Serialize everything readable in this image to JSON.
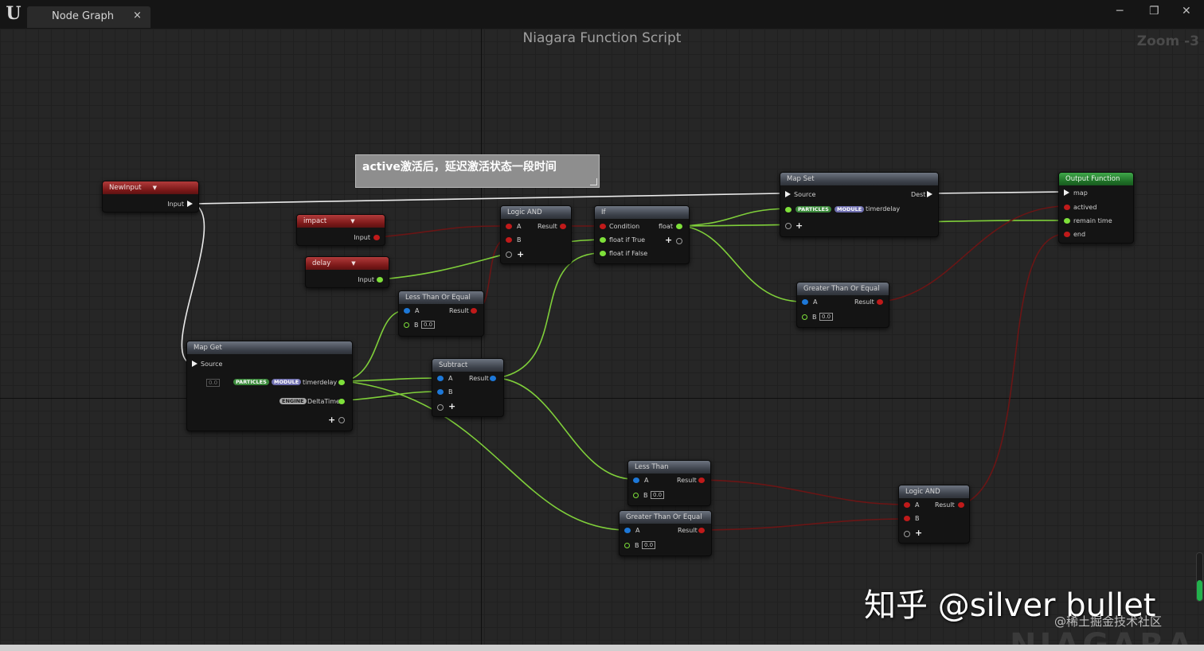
{
  "app": {
    "logo_text": "U"
  },
  "tab": {
    "label": "Node Graph",
    "close": "×"
  },
  "window_controls": {
    "minimize": "─",
    "restore": "❐",
    "close": "✕"
  },
  "graph": {
    "title": "Niagara Function Script",
    "zoom": "Zoom -3",
    "brand": "NIAGARA"
  },
  "comment": {
    "text": "active激活后，延迟激活状态一段时间"
  },
  "badges": {
    "particles": "PARTICLES",
    "module": "MODULE",
    "engine": "ENGINE"
  },
  "nodes": {
    "newinput": {
      "title": "NewInput",
      "output": "Input"
    },
    "impact": {
      "title": "impact",
      "output": "Input"
    },
    "delay": {
      "title": "delay",
      "output": "Input"
    },
    "logic_and_1": {
      "title": "Logic AND",
      "a": "A",
      "b": "B",
      "result": "Result"
    },
    "if": {
      "title": "If",
      "condition": "Condition",
      "true": "float if True",
      "false": "float if False",
      "output": "float"
    },
    "map_set": {
      "title": "Map Set",
      "source": "Source",
      "dest": "Dest",
      "attr": "timerdelay"
    },
    "output_function": {
      "title": "Output Function",
      "map": "map",
      "actived": "actived",
      "remain": "remain time",
      "end": "end"
    },
    "less_than_or_equal": {
      "title": "Less Than Or Equal",
      "a": "A",
      "b": "B",
      "b_value": "0.0",
      "result": "Result"
    },
    "greater_than_or_equal_1": {
      "title": "Greater Than Or Equal",
      "a": "A",
      "b": "B",
      "b_value": "0.0",
      "result": "Result"
    },
    "map_get": {
      "title": "Map Get",
      "source": "Source",
      "value": "0.0",
      "attr1": "timerdelay",
      "attr2": "DeltaTime"
    },
    "subtract": {
      "title": "Subtract",
      "a": "A",
      "b": "B",
      "result": "Result"
    },
    "less_than": {
      "title": "Less Than",
      "a": "A",
      "b": "B",
      "b_value": "0.0",
      "result": "Result"
    },
    "greater_than_or_equal_2": {
      "title": "Greater Than Or Equal",
      "a": "A",
      "b": "B",
      "b_value": "0.0",
      "result": "Result"
    },
    "logic_and_2": {
      "title": "Logic AND",
      "a": "A",
      "b": "B",
      "result": "Result"
    }
  },
  "watermark": {
    "main": "知乎 @silver bullet",
    "sub": "@稀土掘金技术社区"
  },
  "colors": {
    "bool_pin": "#c01a1a",
    "float_pin": "#7ee03a",
    "num_pin": "#1d78d8",
    "exec_wire": "#f0f0f0",
    "scroll": "#22b14c"
  }
}
